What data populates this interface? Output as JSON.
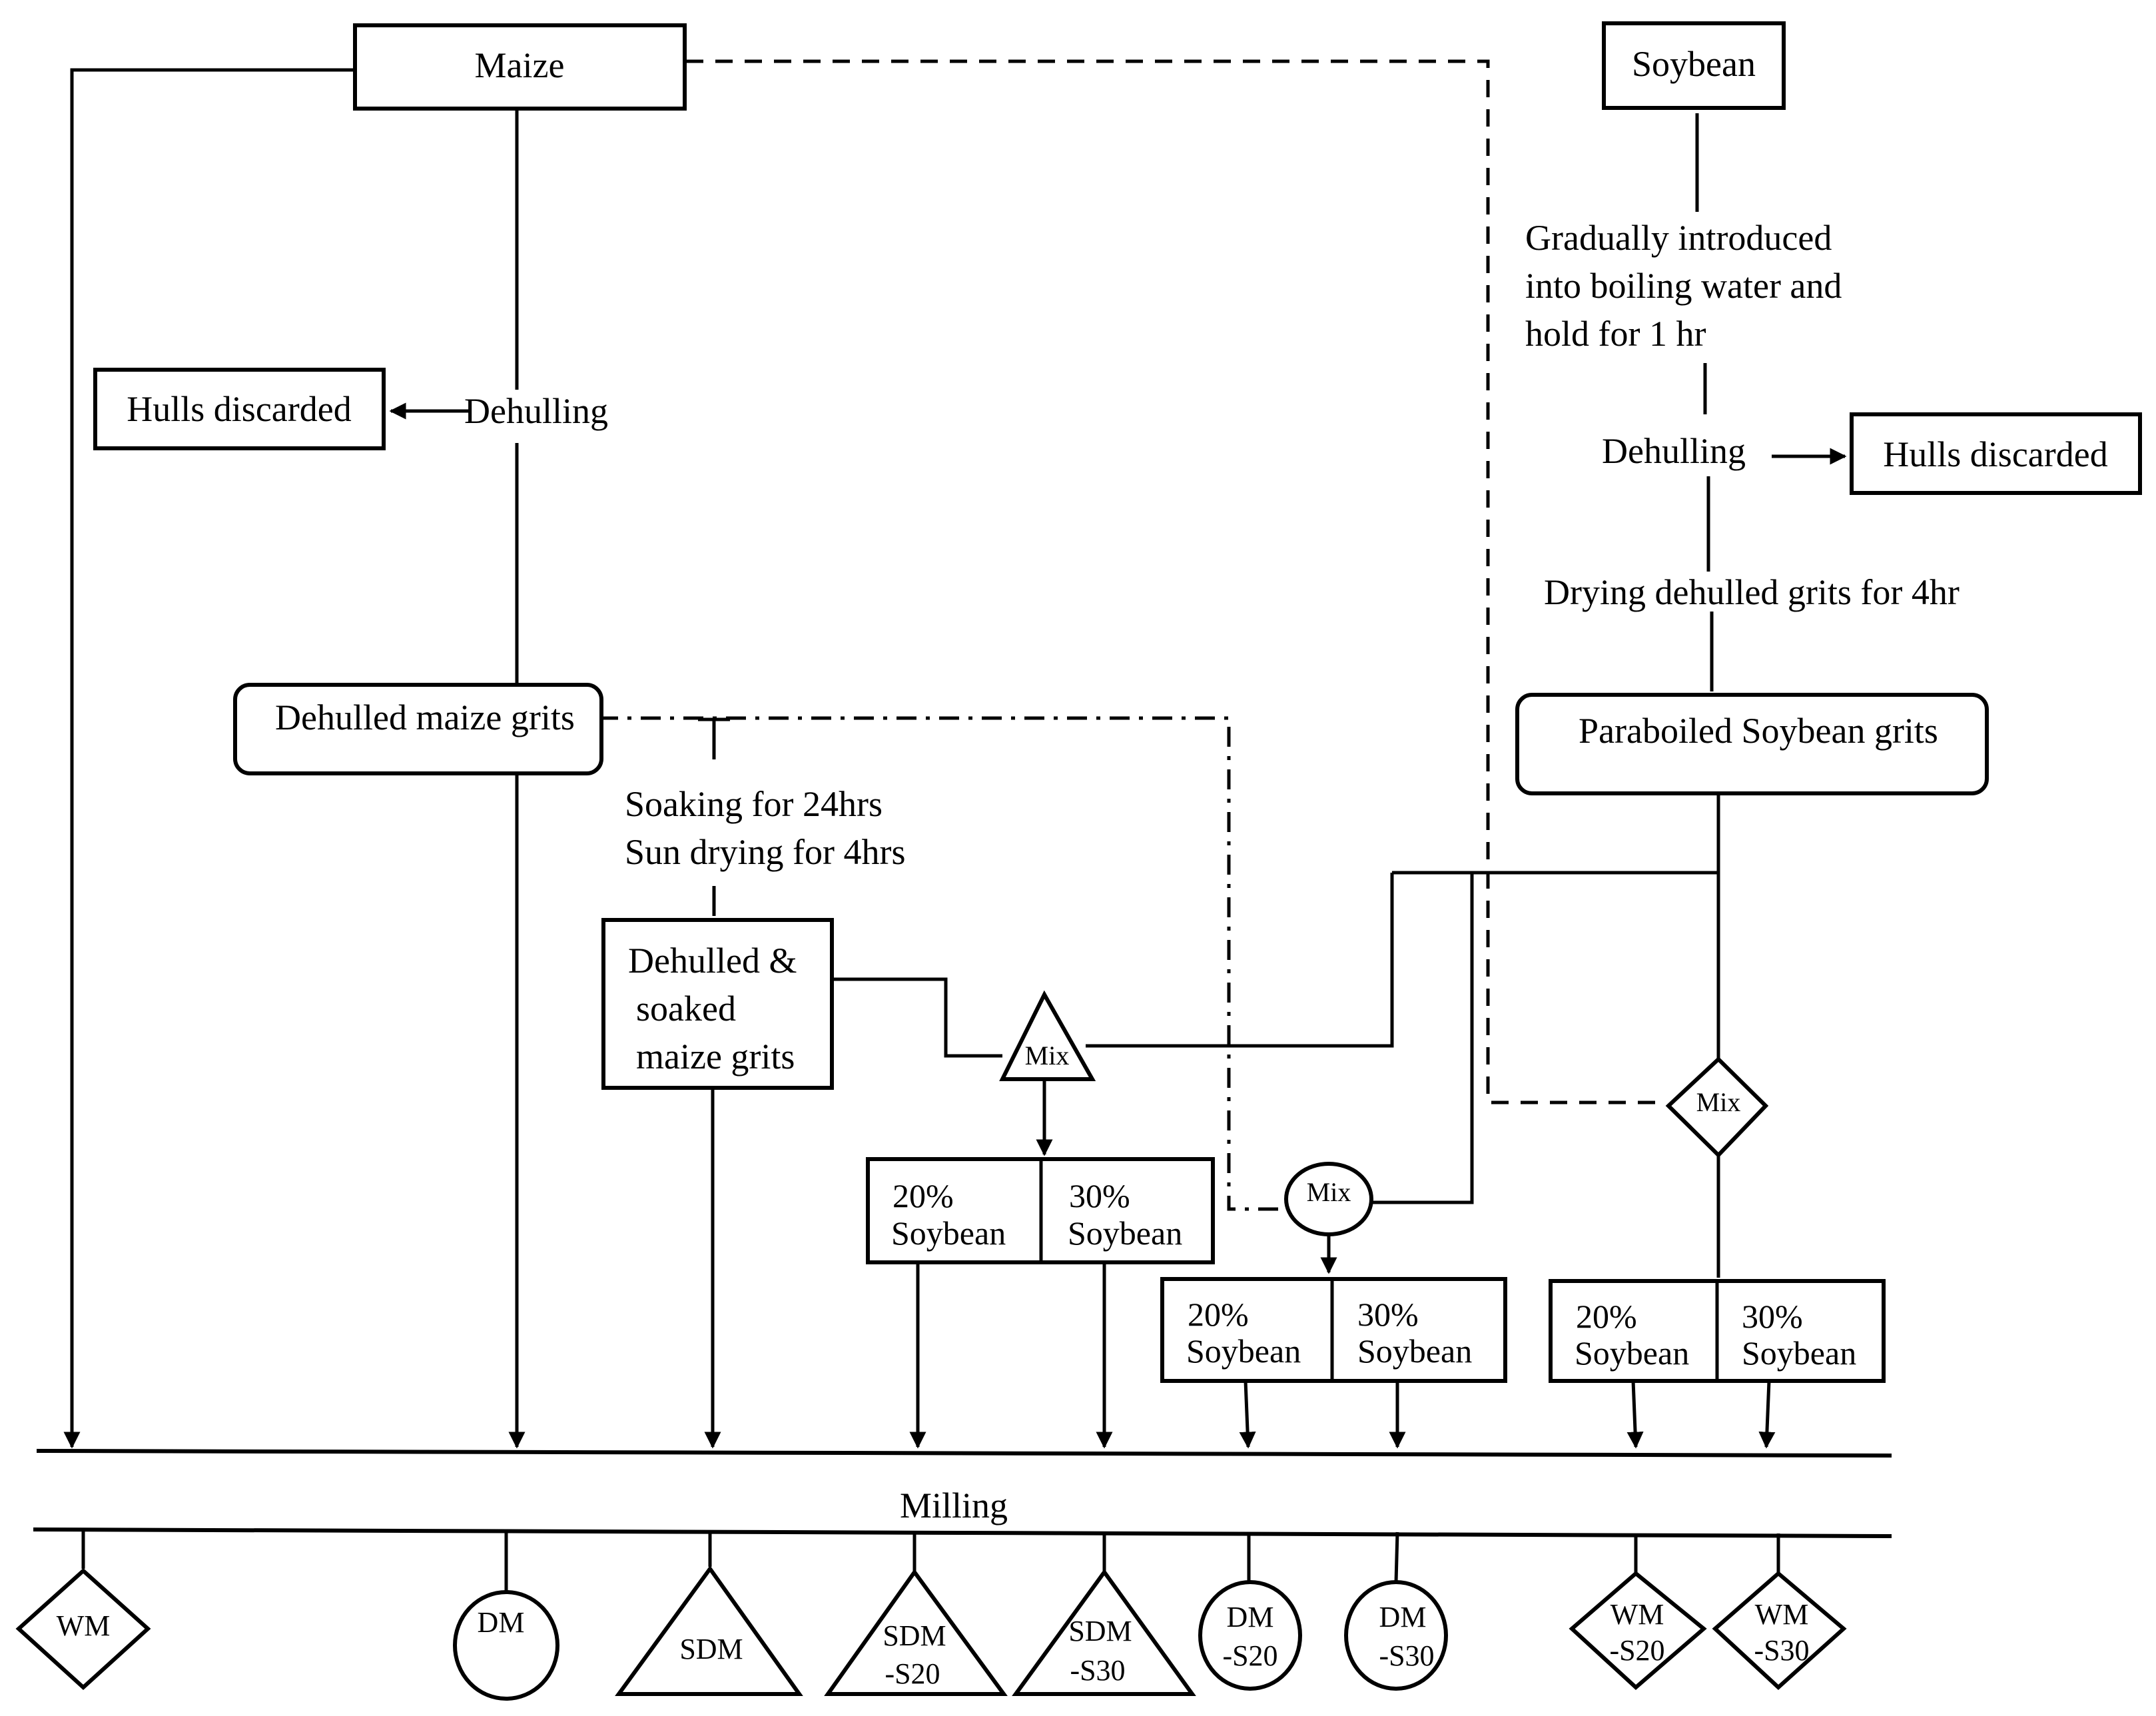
{
  "flowchart": {
    "maize": "Maize",
    "soybean": "Soybean",
    "maize_hulls": "Hulls discarded",
    "maize_dehulling": "Dehulling",
    "soy_boil": [
      "Gradually introduced",
      "into boiling water and",
      "hold for 1 hr"
    ],
    "soy_dehulling": "Dehulling",
    "soy_hulls": "Hulls discarded",
    "soy_drying": "Drying dehulled grits for 4hr",
    "paraboiled_grits": "Paraboiled Soybean grits",
    "dehulled_maize_grits": "Dehulled maize grits",
    "soaking_steps": [
      "Soaking for 24hrs",
      "Sun drying for 4hrs"
    ],
    "soaked_maize_grits": [
      "Dehulled &",
      "soaked",
      "maize grits"
    ],
    "mix_triangle": "Mix",
    "mix_circle": "Mix",
    "mix_diamond": "Mix",
    "ratio_boxes": [
      {
        "left": [
          "20%",
          "Soybean"
        ],
        "right": [
          "30%",
          "Soybean"
        ]
      },
      {
        "left": [
          "20%",
          "Soybean"
        ],
        "right": [
          "30%",
          "Soybean"
        ]
      },
      {
        "left": [
          "20%",
          "Soybean"
        ],
        "right": [
          "30%",
          "Soybean"
        ]
      }
    ],
    "milling": "Milling",
    "products": [
      {
        "shape": "diamond",
        "lines": [
          "WM"
        ]
      },
      {
        "shape": "circle",
        "lines": [
          "DM"
        ]
      },
      {
        "shape": "triangle",
        "lines": [
          "SDM"
        ]
      },
      {
        "shape": "triangle",
        "lines": [
          "SDM",
          "-S20"
        ]
      },
      {
        "shape": "triangle",
        "lines": [
          "SDM",
          "-S30"
        ]
      },
      {
        "shape": "circle",
        "lines": [
          "DM",
          "-S20"
        ]
      },
      {
        "shape": "circle",
        "lines": [
          "DM",
          "-S30"
        ]
      },
      {
        "shape": "diamond",
        "lines": [
          "WM",
          "-S20"
        ]
      },
      {
        "shape": "diamond",
        "lines": [
          "WM",
          "-S30"
        ]
      }
    ]
  }
}
